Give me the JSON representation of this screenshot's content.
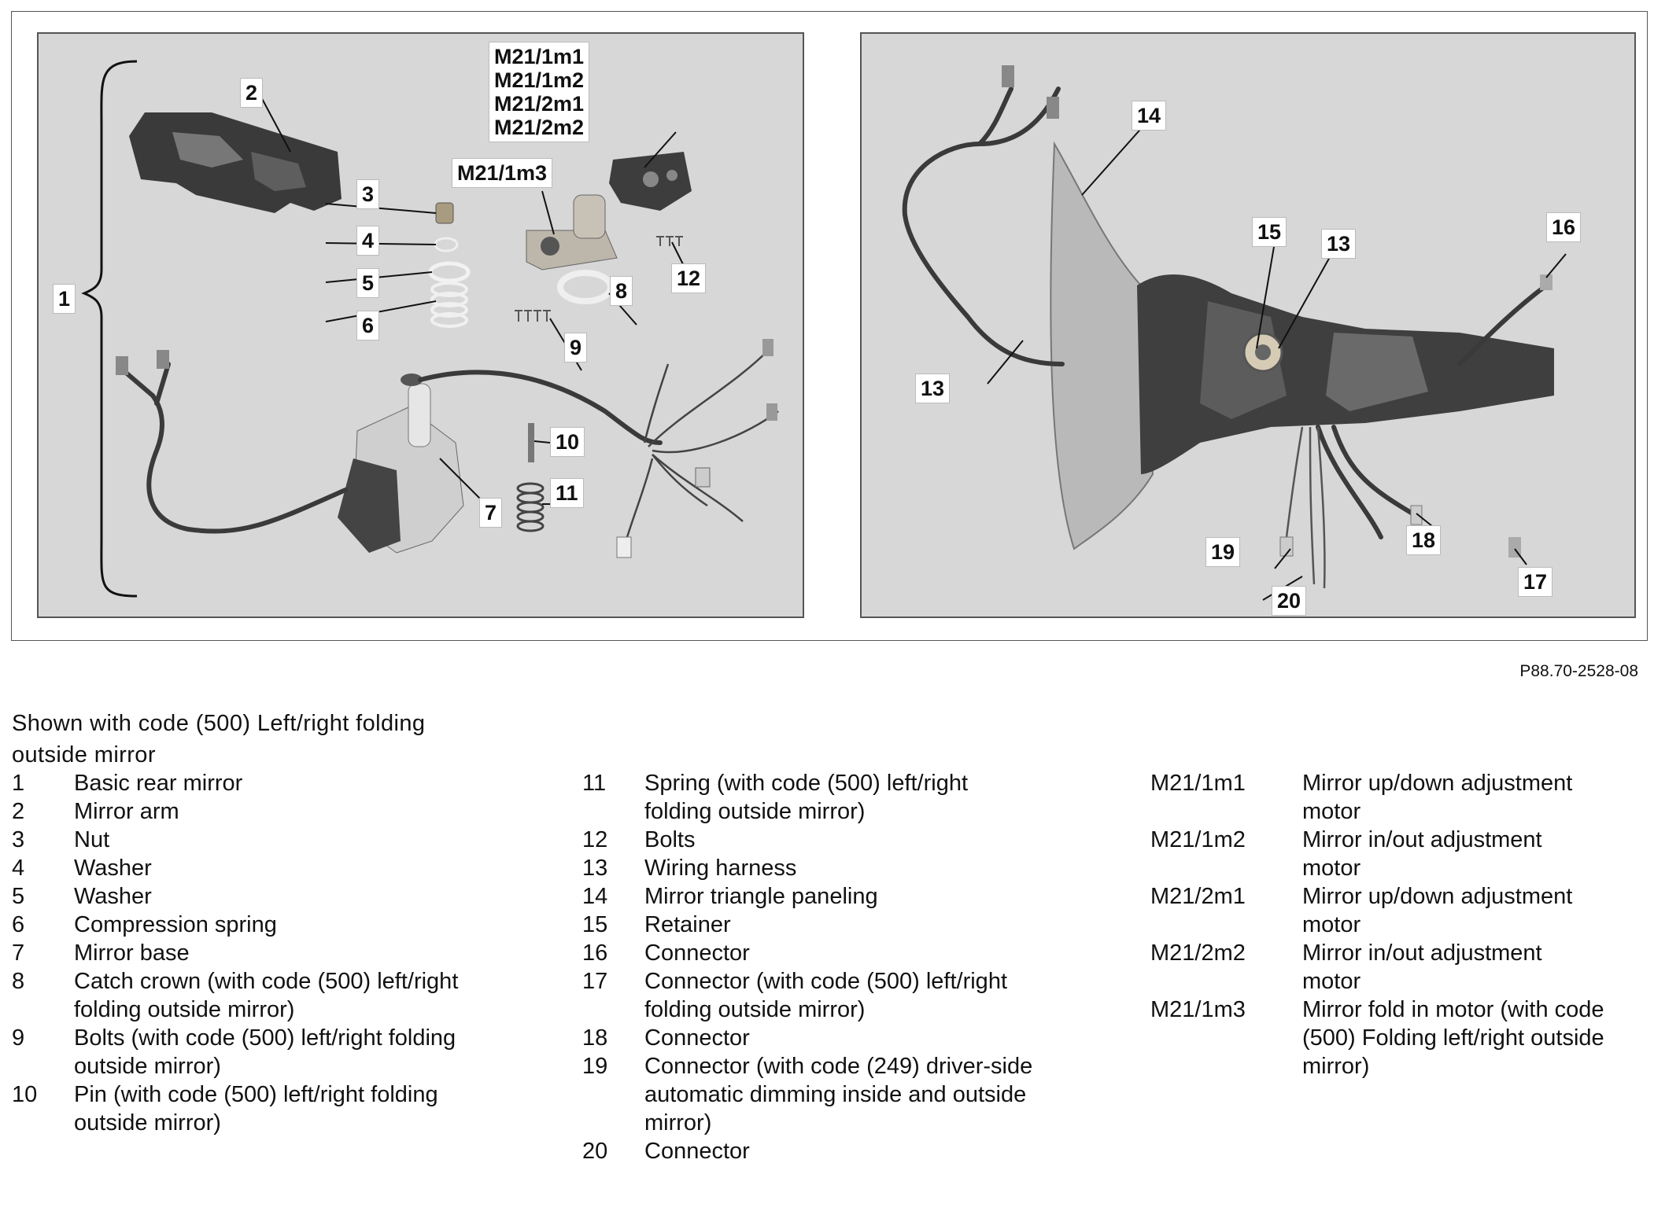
{
  "figure_ref": "P88.70-2528-08",
  "heading": "Shown with code (500) Left/right folding\noutside mirror",
  "callouts_left": {
    "c1": "1",
    "c2": "2",
    "c3": "3",
    "c4": "4",
    "c5": "5",
    "c6": "6",
    "c7": "7",
    "c8": "8",
    "c9": "9",
    "c10": "10",
    "c11": "11",
    "c12": "12",
    "m1": "M21/1m1",
    "m2": "M21/1m2",
    "m3": "M21/2m1",
    "m4": "M21/2m2",
    "m5": "M21/1m3"
  },
  "callouts_right": {
    "c13a": "13",
    "c13b": "13",
    "c14": "14",
    "c15": "15",
    "c16": "16",
    "c17": "17",
    "c18": "18",
    "c19": "19",
    "c20": "20"
  },
  "legend_col1": [
    {
      "num": "1",
      "text": "Basic rear mirror"
    },
    {
      "num": "2",
      "text": "Mirror arm"
    },
    {
      "num": "3",
      "text": "Nut"
    },
    {
      "num": "4",
      "text": "Washer"
    },
    {
      "num": "5",
      "text": "Washer"
    },
    {
      "num": "6",
      "text": "Compression spring"
    },
    {
      "num": "7",
      "text": "Mirror base"
    },
    {
      "num": "8",
      "text": "Catch crown (with code (500) left/right\nfolding outside mirror)"
    },
    {
      "num": "9",
      "text": "Bolts (with code (500) left/right folding\noutside mirror)"
    },
    {
      "num": "10",
      "text": "Pin (with code (500) left/right folding\noutside mirror)"
    }
  ],
  "legend_col2": [
    {
      "num": "11",
      "text": "Spring (with code (500) left/right\nfolding outside mirror)"
    },
    {
      "num": "12",
      "text": "Bolts"
    },
    {
      "num": "13",
      "text": "Wiring harness"
    },
    {
      "num": "14",
      "text": "Mirror triangle paneling"
    },
    {
      "num": "15",
      "text": "Retainer"
    },
    {
      "num": "16",
      "text": "Connector"
    },
    {
      "num": "17",
      "text": "Connector (with code (500) left/right\nfolding outside mirror)"
    },
    {
      "num": "18",
      "text": "Connector"
    },
    {
      "num": "19",
      "text": "Connector (with code (249) driver-side\nautomatic dimming inside and outside\nmirror)"
    },
    {
      "num": "20",
      "text": "Connector"
    }
  ],
  "legend_col3": [
    {
      "num": "M21/1m1",
      "text": "Mirror up/down adjustment\nmotor"
    },
    {
      "num": "M21/1m2",
      "text": "Mirror in/out adjustment\nmotor"
    },
    {
      "num": "M21/2m1",
      "text": "Mirror up/down adjustment\nmotor"
    },
    {
      "num": "M21/2m2",
      "text": "Mirror in/out adjustment\nmotor"
    },
    {
      "num": "M21/1m3",
      "text": "Mirror fold in motor (with code\n(500) Folding left/right outside\nmirror)"
    }
  ]
}
